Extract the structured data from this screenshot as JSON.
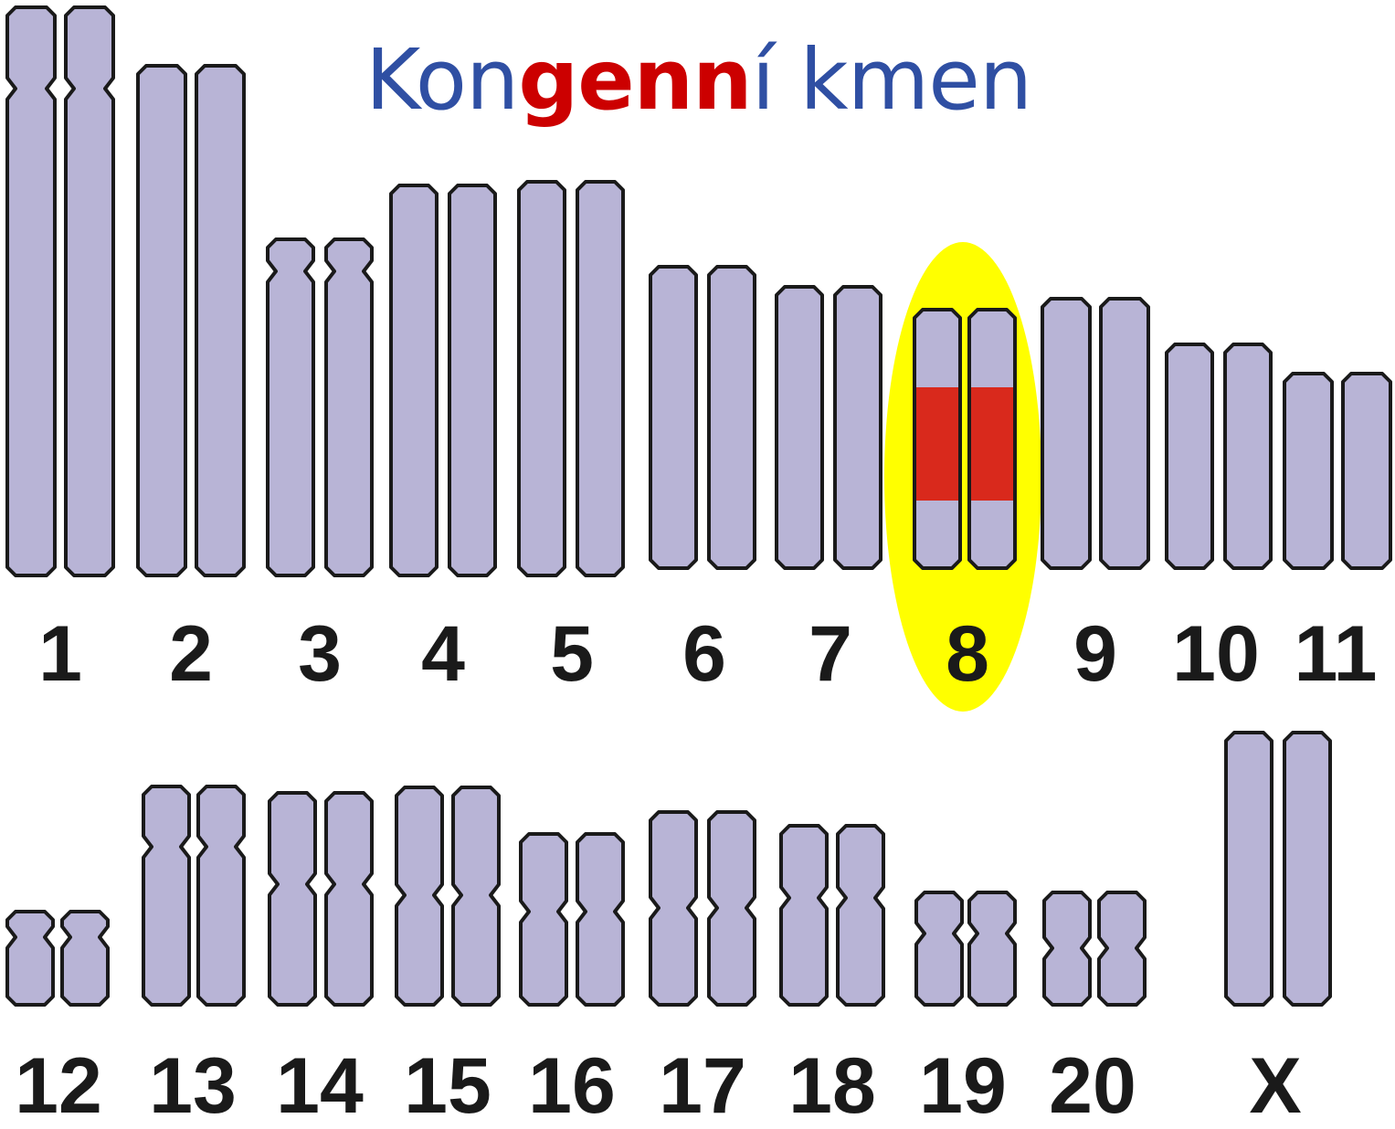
{
  "title": {
    "prefix": "Kon",
    "highlight": "gen",
    "middle": "n",
    "suffix": "í kmen"
  },
  "colors": {
    "chromosome_fill": "#b8b4d6",
    "chromosome_stroke": "#1a1a1a",
    "highlight_ellipse": "#ffff00",
    "marker_band": "#d9291c",
    "title_text": "#2f4fa3",
    "title_highlight": "#cc0000"
  },
  "highlighted_chromosome": "8",
  "chromosomes": [
    {
      "label": "1"
    },
    {
      "label": "2"
    },
    {
      "label": "3"
    },
    {
      "label": "4"
    },
    {
      "label": "5"
    },
    {
      "label": "6"
    },
    {
      "label": "7"
    },
    {
      "label": "8"
    },
    {
      "label": "9"
    },
    {
      "label": "10"
    },
    {
      "label": "11"
    },
    {
      "label": "12"
    },
    {
      "label": "13"
    },
    {
      "label": "14"
    },
    {
      "label": "15"
    },
    {
      "label": "16"
    },
    {
      "label": "17"
    },
    {
      "label": "18"
    },
    {
      "label": "19"
    },
    {
      "label": "20"
    },
    {
      "label": "X"
    }
  ]
}
